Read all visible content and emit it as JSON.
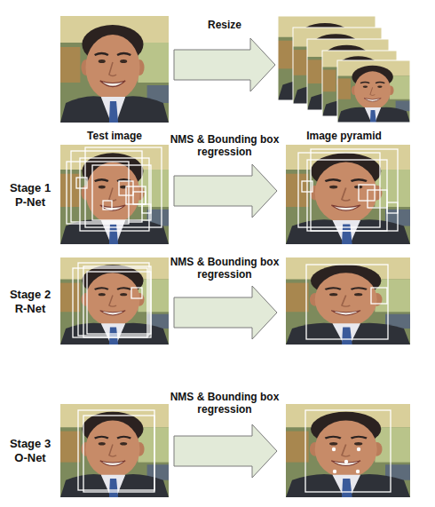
{
  "diagram": {
    "nodes": [
      {
        "text": [
          "Test image"
        ]
      },
      {
        "text": [
          "Image pyramid"
        ]
      }
    ],
    "edges": [
      {
        "from": 0,
        "to": 1,
        "arrow": "to",
        "label": "Resize"
      }
    ],
    "labels": [
      "NMS & Bounding box regression",
      "Stage 1 P-Net",
      "NMS & Bounding box regression",
      "Stage 2 R-Net",
      "NMS & Bounding box regression",
      "Stage 3 O-Net"
    ]
  }
}
